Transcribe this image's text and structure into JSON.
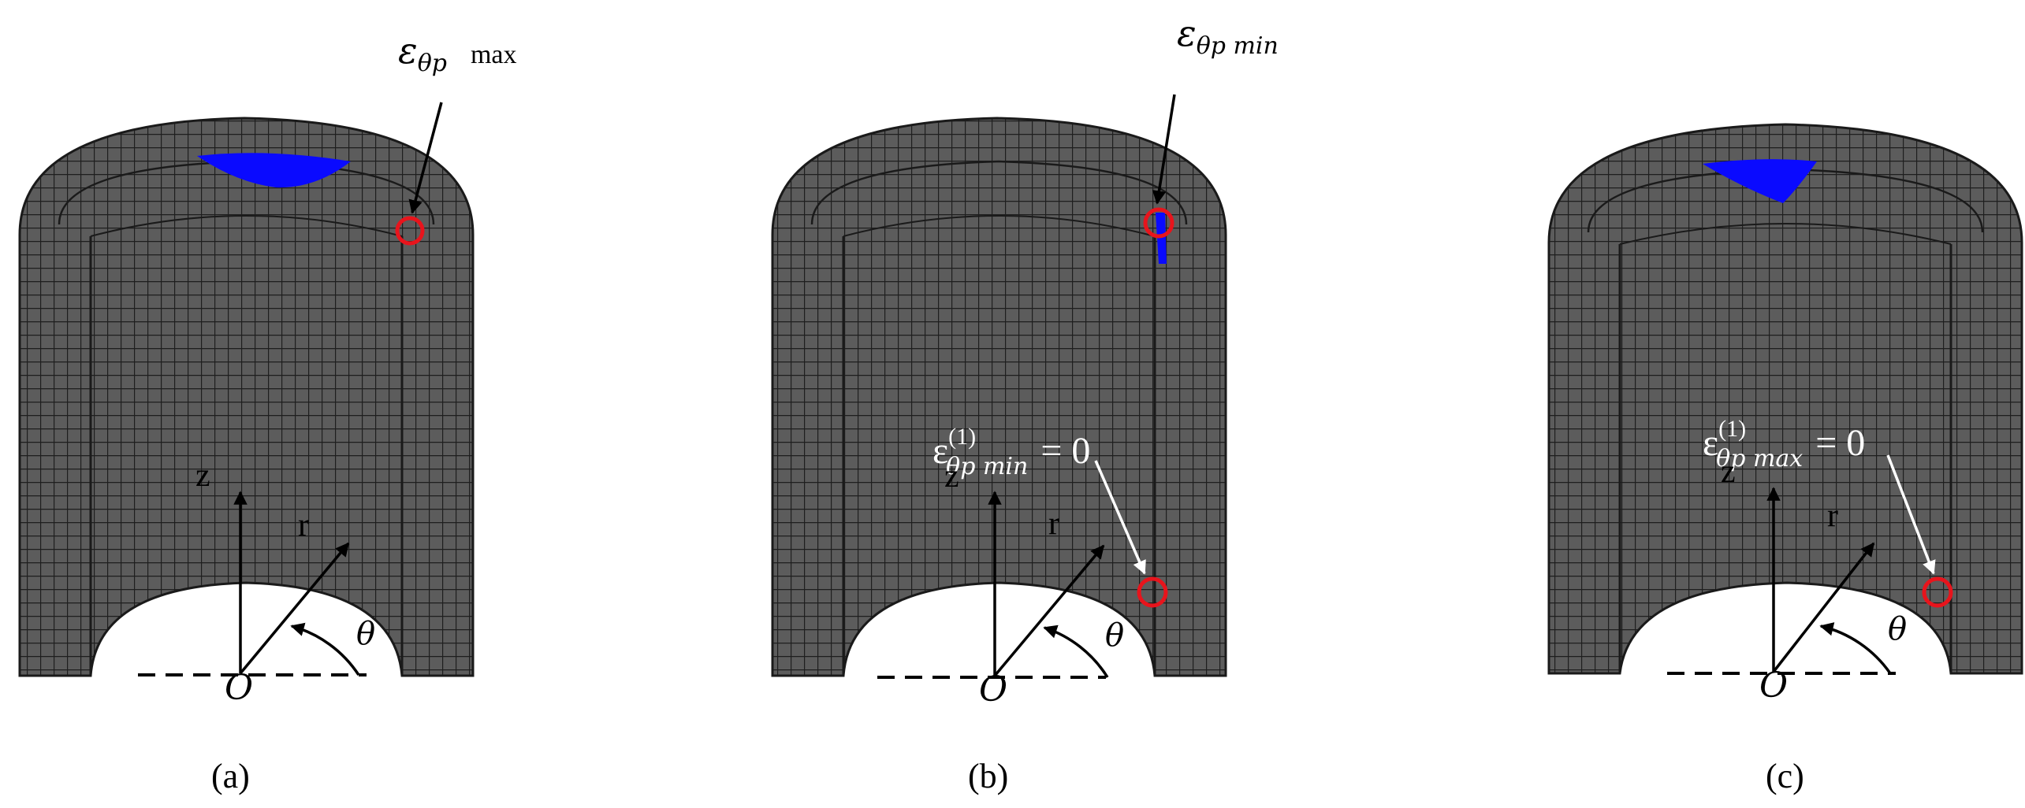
{
  "panels": [
    {
      "id": "a",
      "caption": "(a)",
      "patch_color": "#0a0aff",
      "ring_color": "#e8141c",
      "top_label": {
        "base": "ε",
        "sub": "θp",
        "sub2": "max"
      },
      "inner_label": null,
      "axes": {
        "z": "z",
        "r": "r",
        "theta": "θ",
        "origin": "O"
      }
    },
    {
      "id": "b",
      "caption": "(b)",
      "patch_color": "#0a0aff",
      "ring_color": "#e8141c",
      "top_label": {
        "base": "ε",
        "sub": "θp min",
        "sub2": ""
      },
      "inner_label": {
        "base": "ε",
        "sup": "(1)",
        "sub": "θp min",
        "rhs": "= 0"
      },
      "axes": {
        "z": "z",
        "r": "r",
        "theta": "θ",
        "origin": "O"
      }
    },
    {
      "id": "c",
      "caption": "(c)",
      "patch_color": "#0a0aff",
      "ring_color": "#e8141c",
      "top_label": null,
      "inner_label": {
        "base": "ε",
        "sup": "(1)",
        "sub": "θp max",
        "rhs": "= 0"
      },
      "axes": {
        "z": "z",
        "r": "r",
        "theta": "θ",
        "origin": "O"
      }
    }
  ]
}
